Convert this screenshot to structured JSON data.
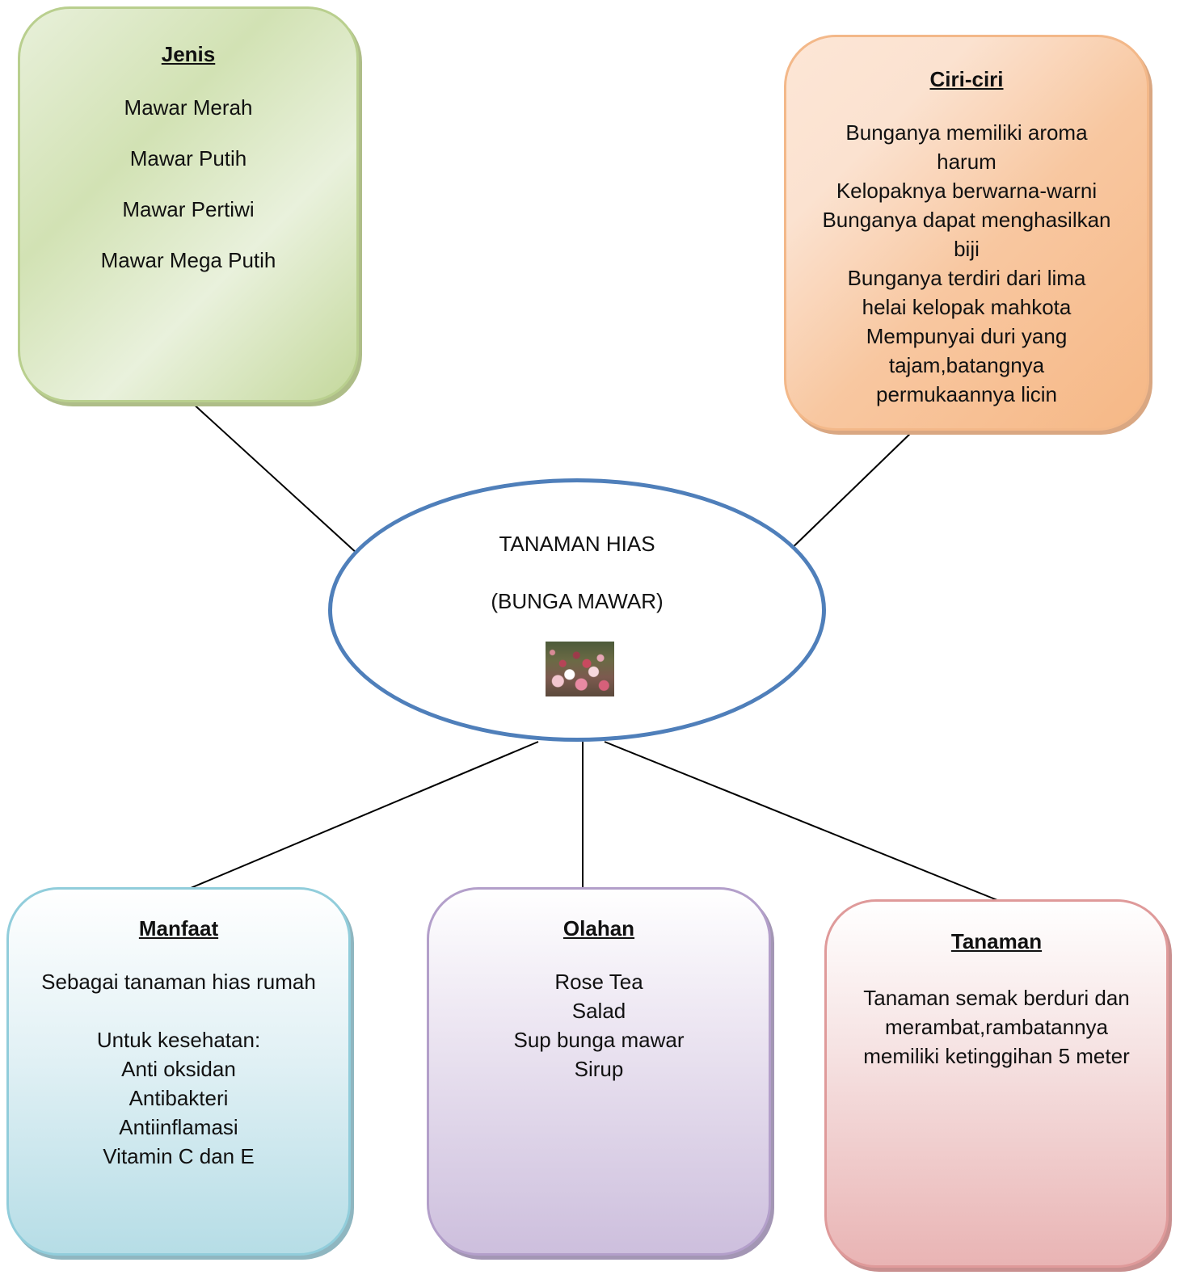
{
  "center": {
    "title": "TANAMAN HIAS",
    "subtitle": "(BUNGA MAWAR)",
    "image": "rose-garden-photo"
  },
  "jenis": {
    "heading": "Jenis",
    "items": [
      "Mawar Merah",
      "Mawar Putih",
      "Mawar Pertiwi",
      "Mawar Mega Putih"
    ]
  },
  "ciri": {
    "heading": "Ciri-ciri",
    "lines": [
      "Bunganya memiliki aroma",
      "harum",
      "Kelopaknya berwarna-warni",
      "Bunganya dapat menghasilkan",
      "biji",
      "Bunganya terdiri dari lima",
      "helai kelopak mahkota",
      "Mempunyai duri yang",
      "tajam,batangnya",
      "permukaannya licin"
    ]
  },
  "manfaat": {
    "heading": "Manfaat",
    "intro": "Sebagai tanaman hias rumah",
    "subheading": "Untuk kesehatan:",
    "items": [
      "Anti oksidan",
      "Antibakteri",
      "Antiinflamasi",
      "Vitamin C dan E"
    ]
  },
  "olahan": {
    "heading": "Olahan",
    "items": [
      "Rose Tea",
      "Salad",
      "Sup bunga mawar",
      "Sirup"
    ]
  },
  "tanaman": {
    "heading": "Tanaman",
    "lines": [
      "Tanaman semak berduri dan",
      "merambat,rambatannya",
      "memiliki ketinggihan 5 meter"
    ]
  },
  "colors": {
    "jenis": "#d2e2b4",
    "ciri": "#f8c7a0",
    "manfaat": "#b6dde6",
    "olahan": "#cdbfdd",
    "tanaman": "#e9b4b4",
    "ellipse_border": "#4f7fba"
  }
}
